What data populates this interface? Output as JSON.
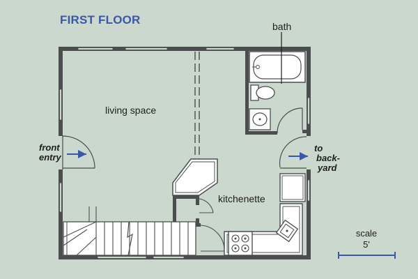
{
  "plan": {
    "title": "FIRST FLOOR",
    "rooms": {
      "bath": "bath",
      "living": "living space",
      "kitchen": "kitchenette"
    },
    "entries": {
      "front_line1": "front",
      "front_line2": "entry",
      "back_line1": "to",
      "back_line2": "back-",
      "back_line3": "yard"
    },
    "scale": {
      "label": "scale",
      "value": "5'"
    }
  },
  "colors": {
    "background": "#cbd8ce",
    "wall": "#4b4d4f",
    "accent": "#3b58a8",
    "fixture_fill": "#ffffff",
    "floor_interior": "#cbd8ce"
  }
}
